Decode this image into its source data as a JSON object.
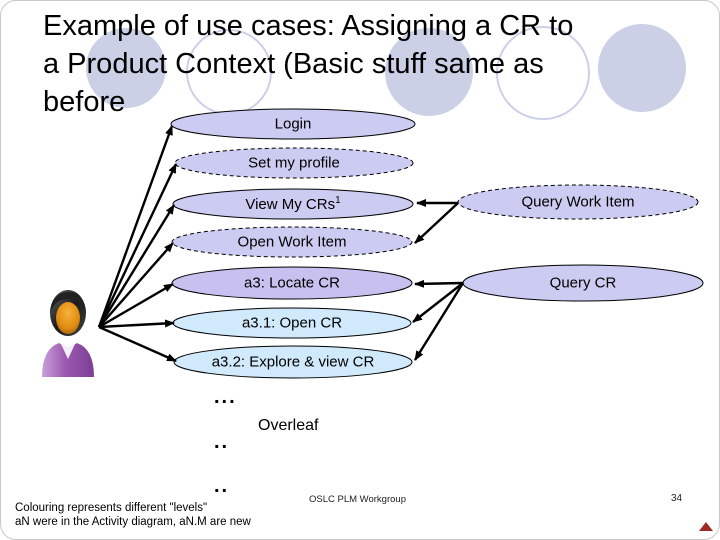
{
  "slide": {
    "title_lines": [
      "Example of use cases: Assigning a CR to",
      "a Product Context (Basic stuff same as",
      "before"
    ],
    "footer": {
      "note_line1": "Colouring represents different \"levels\"",
      "note_line2": "aN were in the Activity diagram, aN.M are new",
      "workgroup": "OSLC PLM Workgroup",
      "page_number": "34"
    }
  },
  "diagram": {
    "actor": "user-actor",
    "use_cases": [
      {
        "label": "Login",
        "style": "solid",
        "fill": "lavender"
      },
      {
        "label": "Set my profile",
        "style": "dashed",
        "fill": "lavender"
      },
      {
        "label": "View My CRs",
        "superscript": "1",
        "style": "solid",
        "fill": "lavender"
      },
      {
        "label": "Open Work Item",
        "style": "dashed",
        "fill": "lavender"
      },
      {
        "label": "a3: Locate CR",
        "style": "solid",
        "fill": "periwinkle"
      },
      {
        "label": "a3.1: Open CR",
        "style": "solid",
        "fill": "lightblue"
      },
      {
        "label": "a3.2: Explore & view CR",
        "style": "solid",
        "fill": "lightblue"
      },
      {
        "label": "Query Work Item",
        "style": "dashed",
        "fill": "lavender"
      },
      {
        "label": "Query CR",
        "style": "solid",
        "fill": "lavender"
      }
    ],
    "continuation": {
      "dots1": "...",
      "overleaf_label": "Overleaf",
      "dots2": "..",
      "dots3": ".."
    }
  },
  "colors": {
    "ellipse_lavender": "#ccccf2",
    "ellipse_periwinkle": "#c8c0ee",
    "ellipse_lightblue": "#d0e9fb",
    "decor_circle": "#ccd0e6",
    "arrow": "#000000",
    "nav_triangle": "#9e2a26"
  }
}
